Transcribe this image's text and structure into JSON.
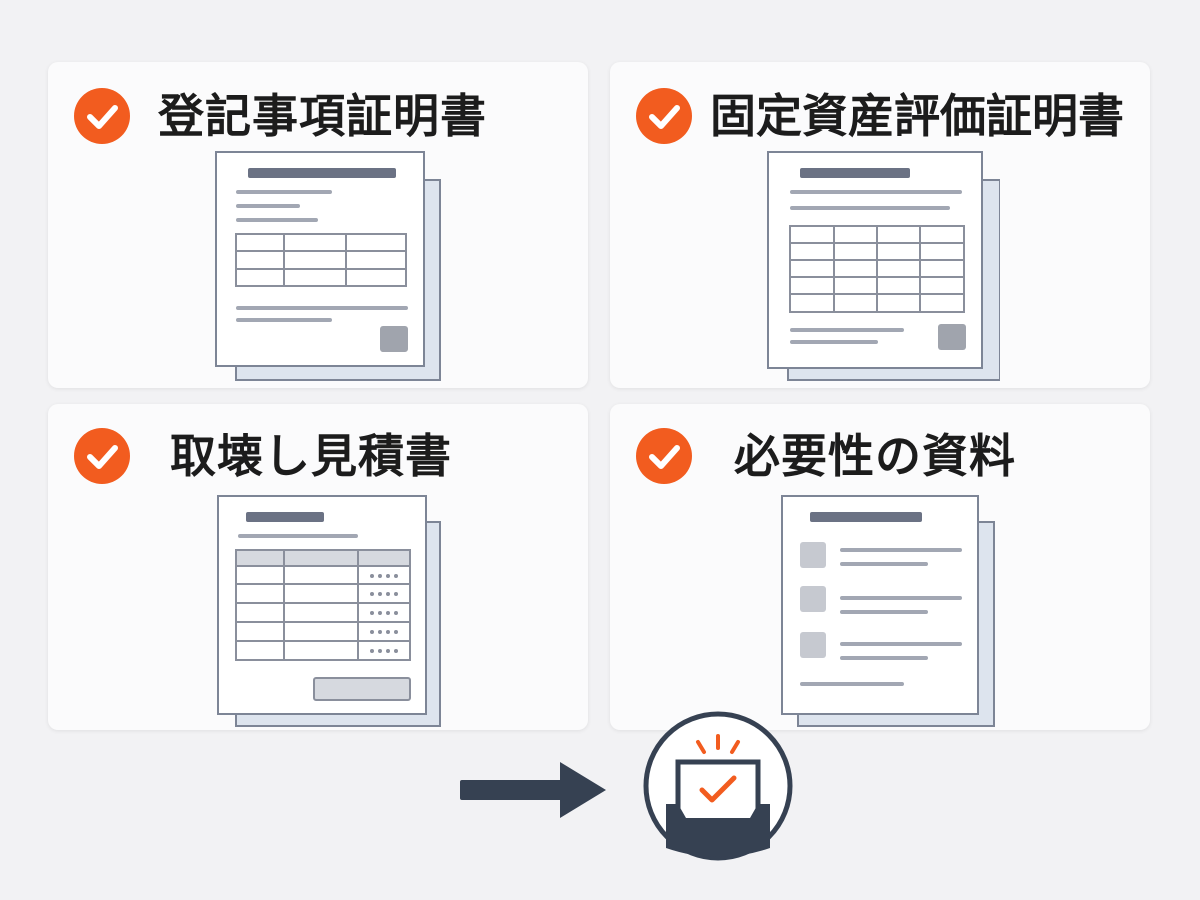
{
  "cards": [
    {
      "title": "登記事項証明書"
    },
    {
      "title": "固定資産評価証明書"
    },
    {
      "title": "取壊し見積書"
    },
    {
      "title": "必要性の資料"
    }
  ],
  "icons": {
    "check": "check-circle-icon",
    "arrow": "arrow-right-icon",
    "inbox": "inbox-check-icon"
  },
  "colors": {
    "accent": "#f25c1f",
    "ink": "#1c1c1c",
    "navy": "#364152",
    "line": "#8a8f9c",
    "paper_back": "#dde4ee"
  }
}
